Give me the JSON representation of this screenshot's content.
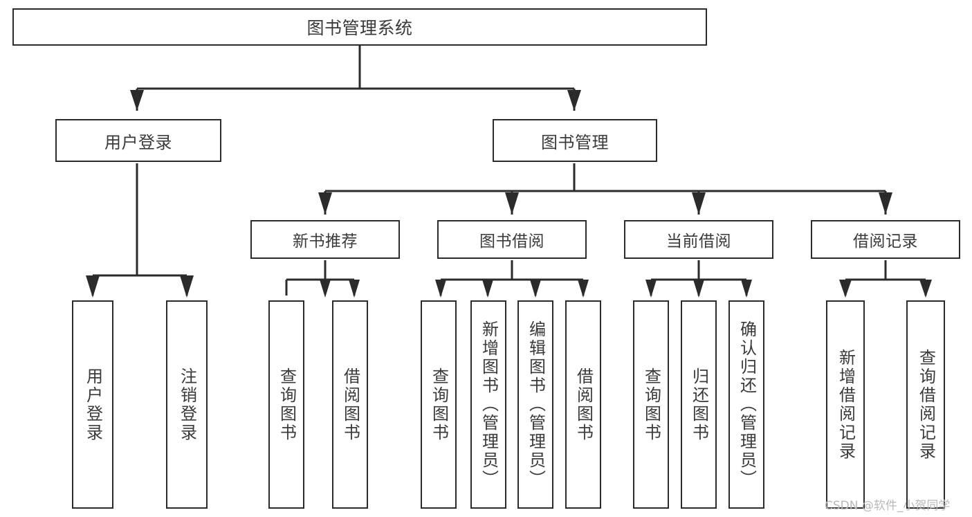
{
  "diagram": {
    "title": "图书管理系统",
    "watermark": "CSDN @软件_小贺同学",
    "colors": {
      "background": "#ffffff",
      "box_border": "#2b2b2b",
      "connector": "#2b2b2b",
      "text": "#3a3a3a",
      "watermark": "#b9b9b9"
    },
    "nodes": {
      "root": {
        "label": "图书管理系统"
      },
      "level2": [
        {
          "label": "用户登录"
        },
        {
          "label": "图书管理"
        }
      ],
      "level3": [
        {
          "label": "新书推荐"
        },
        {
          "label": "图书借阅"
        },
        {
          "label": "当前借阅"
        },
        {
          "label": "借阅记录"
        }
      ],
      "leaves": {
        "user_login": [
          {
            "label": "用户登录"
          },
          {
            "label": "注销登录"
          }
        ],
        "new_book_recommend": [
          {
            "label": "查询图书"
          },
          {
            "label": "借阅图书"
          }
        ],
        "book_borrow": [
          {
            "label": "查询图书"
          },
          {
            "label": "新增图书（管理员）"
          },
          {
            "label": "编辑图书（管理员）"
          },
          {
            "label": "借阅图书"
          }
        ],
        "current_borrow": [
          {
            "label": "查询图书"
          },
          {
            "label": "归还图书"
          },
          {
            "label": "确认归还（管理员）"
          }
        ],
        "borrow_record": [
          {
            "label": "新增借阅记录"
          },
          {
            "label": "查询借阅记录"
          }
        ]
      }
    }
  }
}
